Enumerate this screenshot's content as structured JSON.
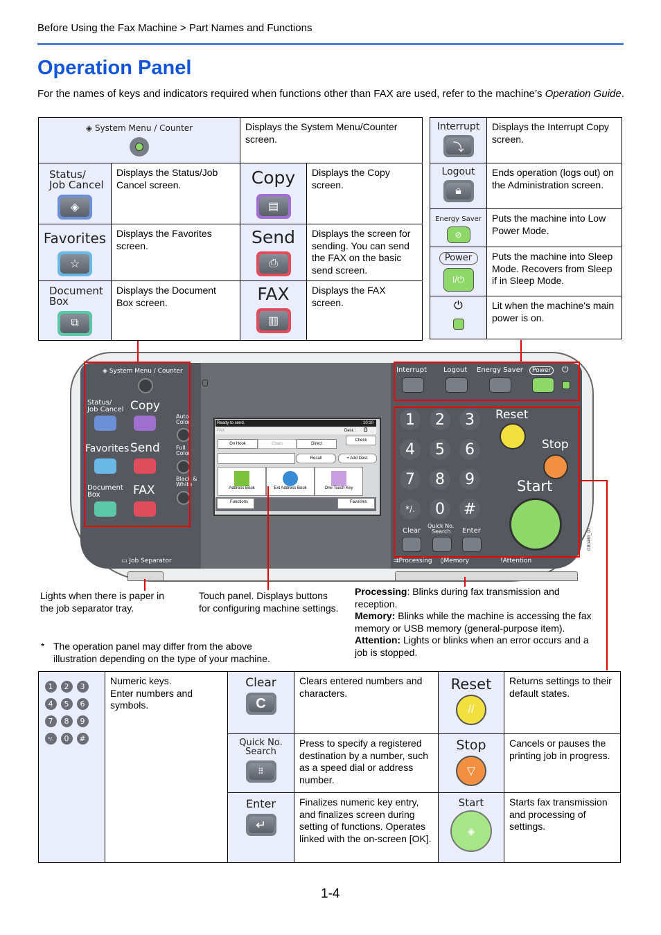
{
  "header": {
    "breadcrumb": "Before Using the Fax Machine > Part Names and Functions"
  },
  "page_title": "Operation Panel",
  "intro": {
    "text": "For the names of keys and indicators required when functions other than FAX are used, refer to the machine’s ",
    "italic": "Operation Guide",
    "end": "."
  },
  "top_table": {
    "system_menu": {
      "label": "System Menu / Counter",
      "desc": "Displays the System Menu/Counter screen."
    },
    "status": {
      "label_1": "Status/",
      "label_2": "Job Cancel",
      "desc": "Displays the Status/Job Cancel screen."
    },
    "copy": {
      "label": "Copy",
      "desc": "Displays the Copy screen."
    },
    "favorites": {
      "label": "Favorites",
      "desc": "Displays the Favorites screen."
    },
    "send": {
      "label": "Send",
      "desc": "Displays the screen for sending. You can send the FAX on the basic send screen."
    },
    "document_box": {
      "label_1": "Document",
      "label_2": "Box",
      "desc": "Displays the Document Box screen."
    },
    "fax": {
      "label": "FAX",
      "desc": "Displays the FAX screen."
    }
  },
  "right_table": {
    "interrupt": {
      "label": "Interrupt",
      "desc": "Displays the Interrupt Copy screen."
    },
    "logout": {
      "label": "Logout",
      "desc": "Ends operation (logs out) on the Administration screen."
    },
    "energy_saver": {
      "label": "Energy Saver",
      "desc": "Puts the machine into Low Power Mode."
    },
    "power": {
      "label": "Power",
      "desc": "Puts the machine into Sleep Mode. Recovers from Sleep if in Sleep Mode."
    },
    "main_power": {
      "desc": "Lit when the machine's main power is on."
    }
  },
  "panel": {
    "system_menu": "System Menu / Counter",
    "status_1": "Status/",
    "status_2": "Job Cancel",
    "copy": "Copy",
    "favorites": "Favorites",
    "send": "Send",
    "document_1": "Document",
    "document_2": "Box",
    "fax": "FAX",
    "auto_color_1": "Auto",
    "auto_color_2": "Color",
    "full_color_1": "Full",
    "full_color_2": "Color",
    "bw_1": "Black &",
    "bw_2": "White",
    "job_separator": "Job Separator",
    "interrupt": "Interrupt",
    "logout": "Logout",
    "energy_saver": "Energy Saver",
    "power": "Power",
    "reset": "Reset",
    "stop": "Stop",
    "start": "Start",
    "clear": "Clear",
    "quick_1": "Quick No.",
    "quick_2": "Search",
    "enter": "Enter",
    "processing": "Processing",
    "memory": "Memory",
    "attention": "Attention",
    "numkeys": [
      "1",
      "2",
      "3",
      "4",
      "5",
      "6",
      "7",
      "8",
      "9",
      "*/.",
      "0",
      "#"
    ],
    "code": "GB0488_00",
    "screen": {
      "status": "Ready to send.",
      "time": "10:10",
      "mode": "FAX",
      "dest_label": "Dest. :",
      "dest_count": "0",
      "check": "Check",
      "on_hook": "On Hook",
      "chain": "Chain",
      "direct": "Direct",
      "recall": "Recall",
      "add_dest": "Add Dest.",
      "address_book": "Address Book",
      "ext_address_book": "Ext Address Book",
      "one_touch": "One Touch Key",
      "functions": "Functions",
      "favorites": "Favorites"
    }
  },
  "callouts": {
    "job_separator": "Lights when there is paper in the job separator tray.",
    "touch_panel": "Touch panel. Displays buttons for configuring machine settings.",
    "processing_term": "Processing",
    "processing_desc": ": Blinks during fax transmission and reception.",
    "memory_term": "Memory:",
    "memory_desc": " Blinks while the machine is accessing the fax memory or USB memory (general-purpose item).",
    "attention_term": "Attention:",
    "attention_desc": " Lights or blinks when an error occurs and a job is stopped.",
    "footnote_mark": "*",
    "footnote": "The operation panel may differ from the above illustration depending on the type of your machine."
  },
  "bottom_table": {
    "numeric": {
      "keys": [
        "1",
        "2",
        "3",
        "4",
        "5",
        "6",
        "7",
        "8",
        "9",
        "*/.",
        "0",
        "#"
      ],
      "desc_1": "Numeric keys.",
      "desc_2": "Enter numbers and symbols."
    },
    "clear": {
      "label": "Clear",
      "desc": "Clears entered numbers and characters."
    },
    "reset": {
      "label": "Reset",
      "desc": "Returns settings to their default states."
    },
    "quick": {
      "label_1": "Quick No.",
      "label_2": "Search",
      "desc": "Press to specify a registered destination by a number, such as a speed dial or address number."
    },
    "stop": {
      "label": "Stop",
      "desc": "Cancels or pauses the printing job in progress."
    },
    "enter": {
      "label": "Enter",
      "desc": "Finalizes numeric key entry, and finalizes screen during setting of functions. Operates linked with the on-screen [OK]."
    },
    "start": {
      "label": "Start",
      "desc": "Starts fax transmission and processing of settings."
    }
  },
  "page_number": "1-4",
  "colors": {
    "accent": "#1155dd",
    "rule": "#4a7fe0",
    "key_bg": "#e9edfc",
    "callout_red": "#dd0000",
    "panel_dark": "#55585e"
  }
}
